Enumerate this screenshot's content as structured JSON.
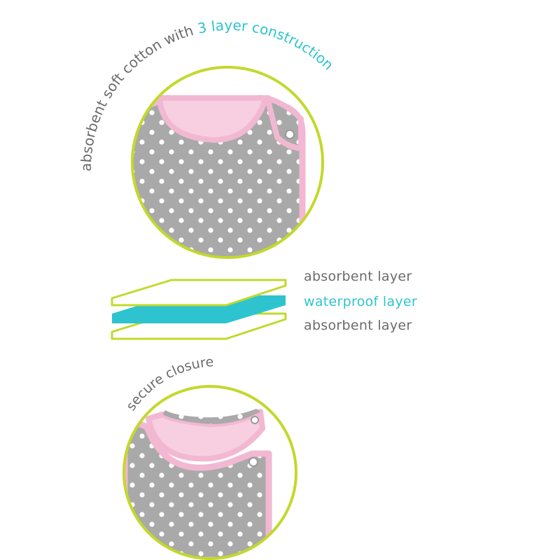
{
  "top_caption": {
    "part1": "absorbent soft cotton with ",
    "part2": "3 layer construction"
  },
  "bottom_caption": "secure closure",
  "layers": [
    {
      "label": "absorbent layer",
      "role": "absorbent"
    },
    {
      "label": "waterproof layer",
      "role": "waterproof"
    },
    {
      "label": "absorbent layer",
      "role": "absorbent"
    }
  ],
  "colors": {
    "ring": "#c2d92c",
    "waterproof": "#2ec4cf",
    "text_gray": "#6b6b6b",
    "fabric_gray": "#a9a9a9",
    "dot": "#ffffff",
    "trim_pink": "#f2b8d2",
    "inner_pink": "#f7cfe0"
  }
}
